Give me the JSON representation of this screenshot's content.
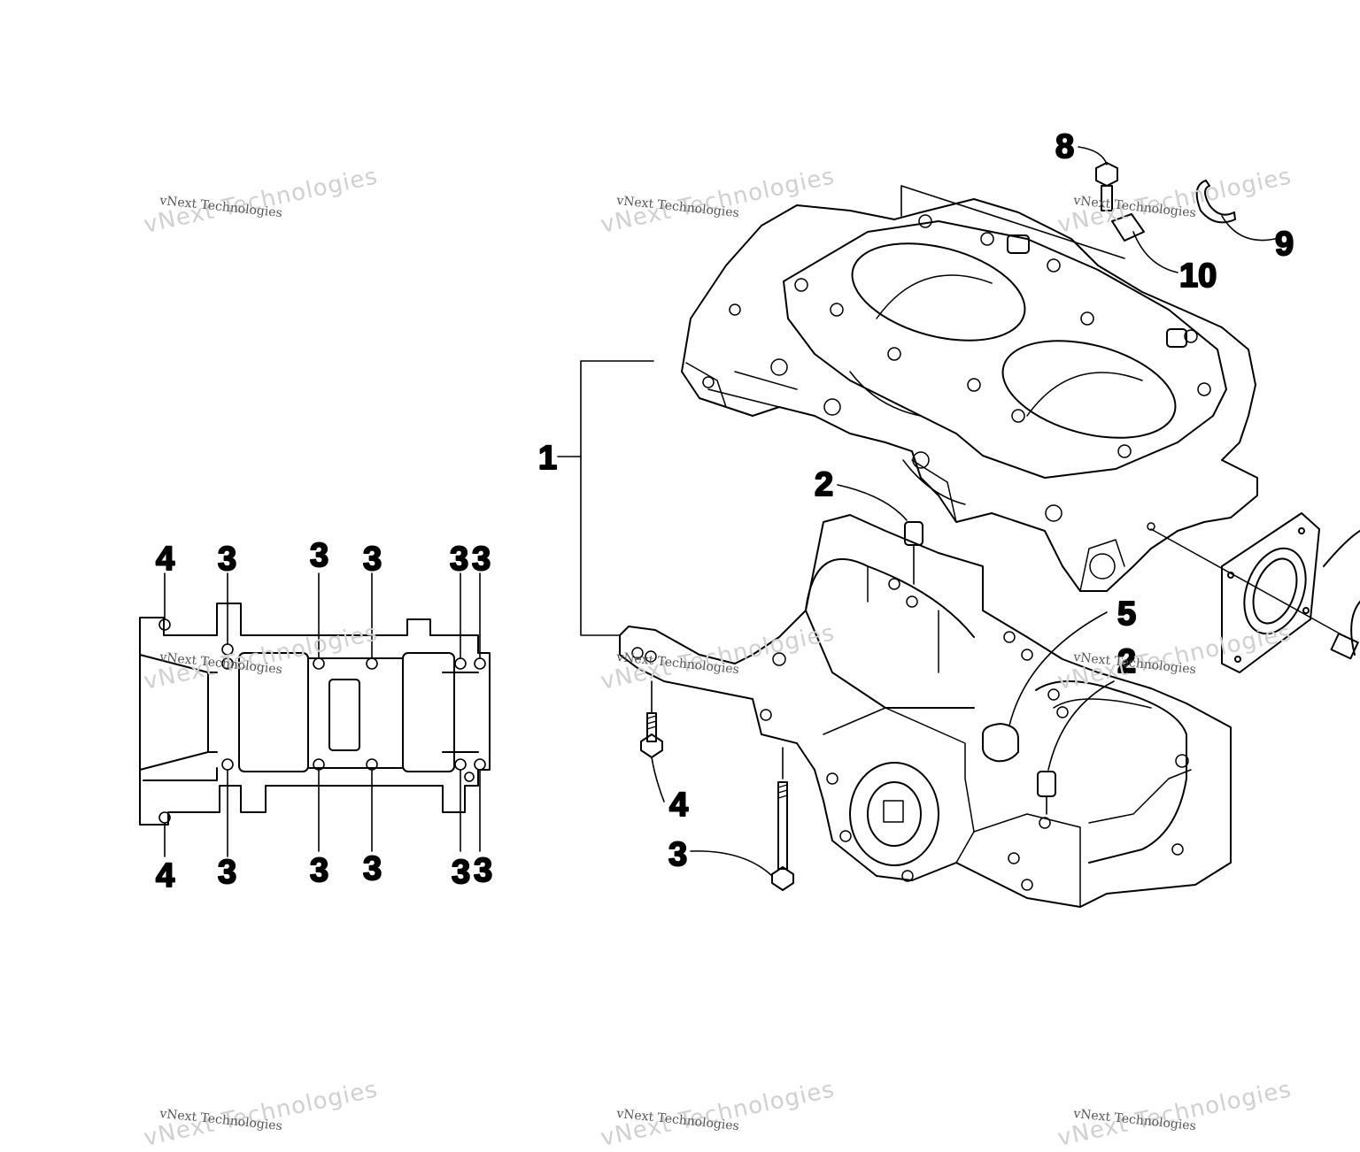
{
  "diagram": {
    "callouts": {
      "c1": "1",
      "c2a": "2",
      "c2b": "2",
      "c3a": "3",
      "c4a": "4",
      "c5": "5",
      "c8": "8",
      "c9": "9",
      "c10": "10",
      "top": [
        "4",
        "3",
        "3",
        "3",
        "3",
        "3"
      ],
      "bottom": [
        "4",
        "3",
        "3",
        "3",
        "3",
        "3"
      ]
    }
  },
  "watermark": {
    "small": "vNext Technologies",
    "big": "vNext Technologies"
  }
}
